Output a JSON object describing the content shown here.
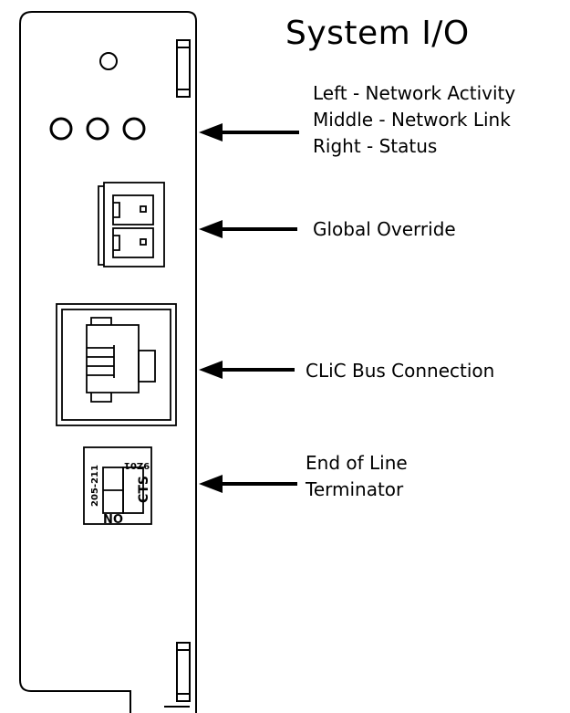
{
  "title": "System I/O",
  "colors": {
    "line": "#000000",
    "background": "#ffffff"
  },
  "callouts": {
    "leds": [
      "Left - Network Activity",
      "Middle - Network Link",
      "Right - Status"
    ],
    "global_override": "Global Override",
    "bus": "CLiC Bus Connection",
    "eol": [
      "End of Line",
      "Terminator"
    ]
  },
  "board_labels": {
    "part_number": "205-211",
    "switch_top": "9Z01",
    "switch_side": "CTS",
    "state": "ON"
  }
}
